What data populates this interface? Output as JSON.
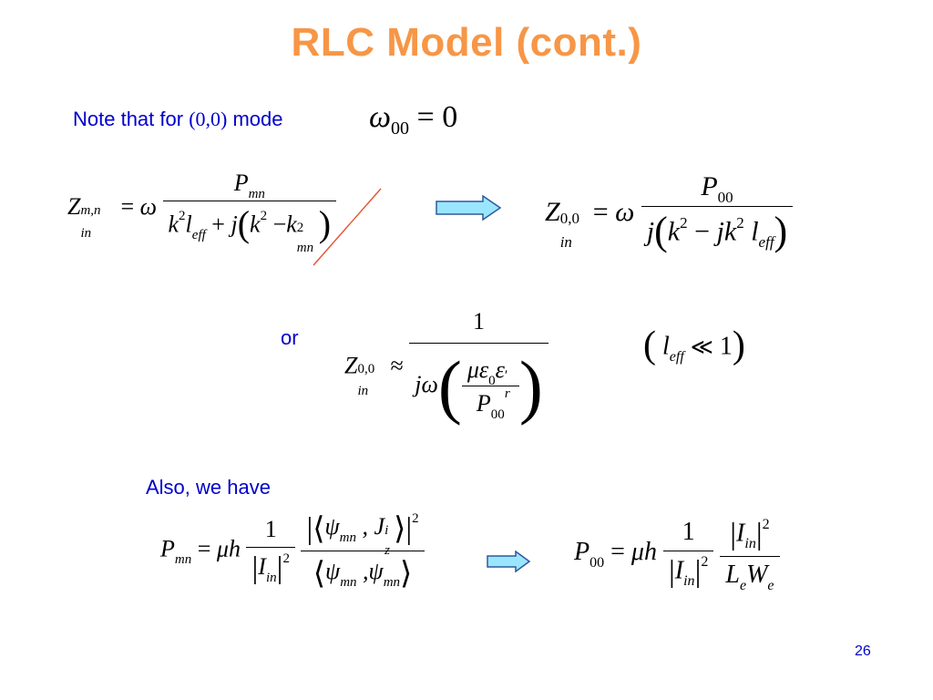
{
  "slide": {
    "title": "RLC Model (cont.)",
    "title_color": "#F79646",
    "text_color": "#0000CC",
    "arrow_fill": "#9AE6FF",
    "arrow_stroke": "#2E5A9C",
    "strike_color": "#E8502D",
    "note_prefix": "Note that for ",
    "note_mode": "(0,0)",
    "note_suffix": " mode",
    "or_label": "or",
    "also_label": "Also, we have",
    "page_number": "26"
  }
}
